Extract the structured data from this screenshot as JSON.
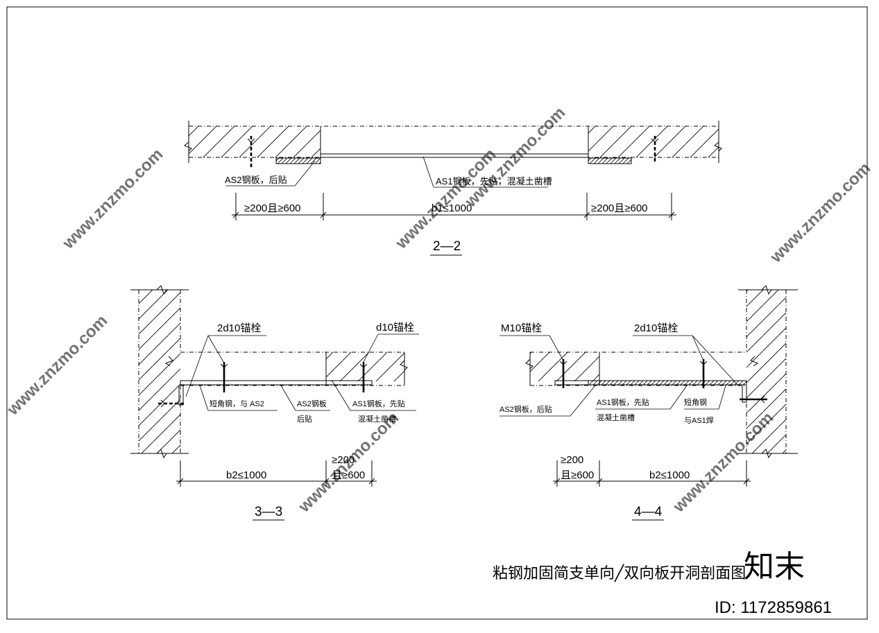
{
  "drawing": {
    "title": "粘钢加固简支单向╱双向板开洞剖面图",
    "brand": "知末",
    "id_label": "ID: 1172859861",
    "watermark": "www.znzmo.com"
  },
  "section_2_2": {
    "label": "2—2",
    "annotation_as2": "AS2钢板，后贴",
    "annotation_as1": "AS1钢板，先贴，混凝土凿槽",
    "dim_left": "≥200且≥600",
    "dim_mid": "b1≤1000",
    "dim_right": "≥200且≥600"
  },
  "section_3_3": {
    "label": "3—3",
    "bolt_left": "2d10锚栓",
    "bolt_right": "d10锚栓",
    "note_angle": "短角钢，与 AS2",
    "note_as2_line1": "AS2钢板",
    "note_as2_line2": "后贴",
    "note_as1_line1": "AS1钢板，先贴",
    "note_as1_line2": "混凝土凿槽",
    "dim_left": "b2≤1000",
    "dim_right_line1": "≥200",
    "dim_right_line2": "且≥600"
  },
  "section_4_4": {
    "label": "4—4",
    "bolt_left": "M10锚栓",
    "bolt_right": "2d10锚栓",
    "note_as2": "AS2钢板，后贴",
    "note_as1_line1": "AS1钢板，先贴",
    "note_as1_line2": "混凝土凿槽",
    "note_angle_line1": "短角钢",
    "note_angle_line2": "与AS1焊",
    "dim_left_line1": "≥200",
    "dim_left_line2": "且≥600",
    "dim_right": "b2≤1000"
  }
}
